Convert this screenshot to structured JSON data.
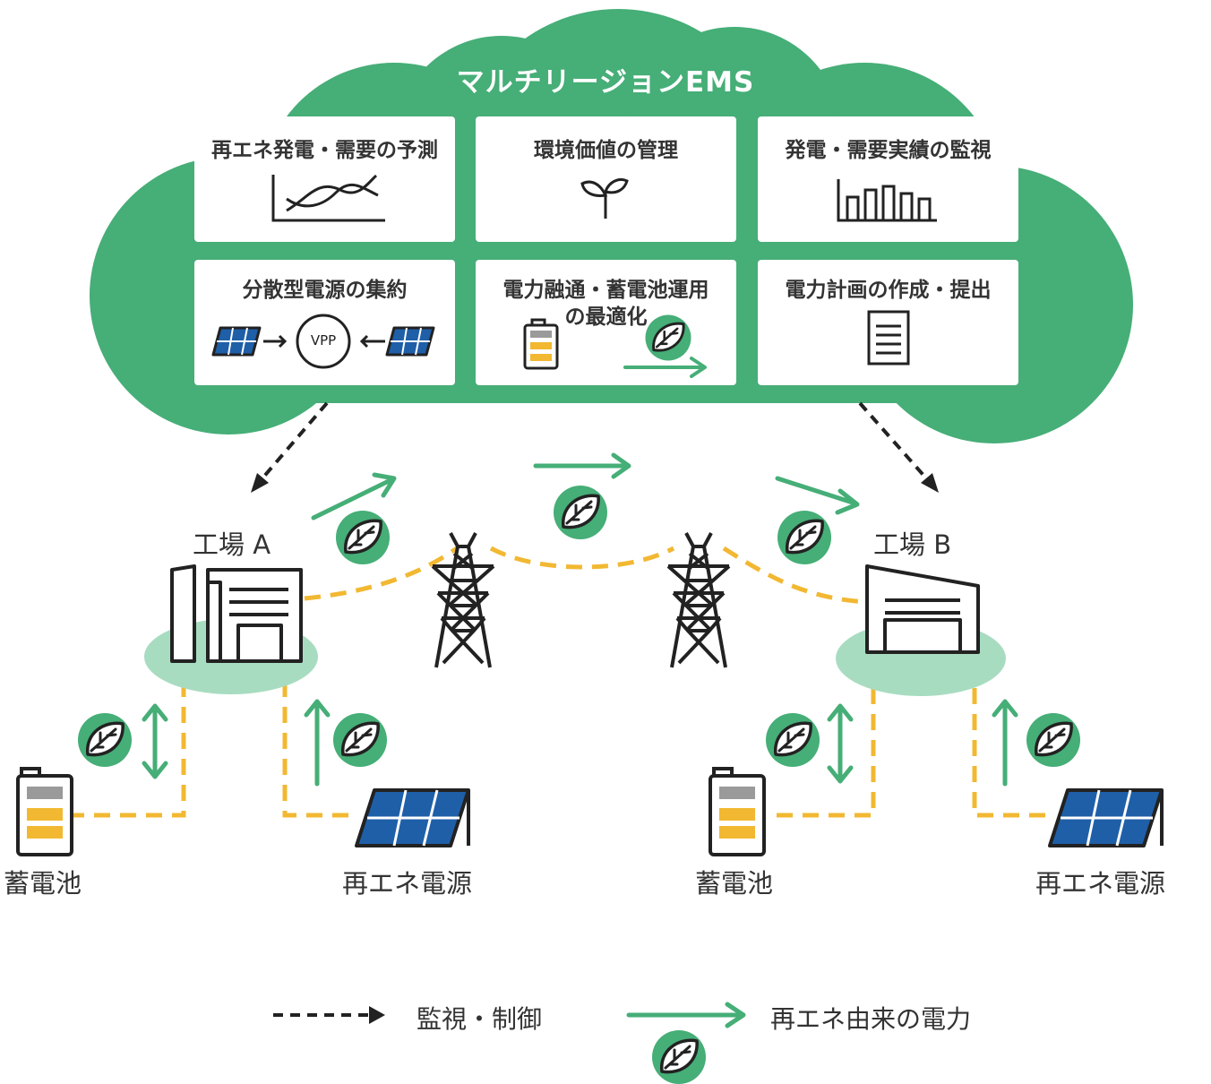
{
  "ems": {
    "title": "マルチリージョンEMS",
    "cards": [
      {
        "title": "再エネ発電・需要の予測",
        "icon": "forecast-chart-icon"
      },
      {
        "title": "環境価値の管理",
        "icon": "sprout-icon"
      },
      {
        "title": "発電・需要実績の監視",
        "icon": "bar-chart-icon"
      },
      {
        "title": "分散型電源の集約",
        "icon": "vpp-icon",
        "badge": "VPP"
      },
      {
        "title_line1": "電力融通・蓄電池運用",
        "title_line2": "の最適化",
        "icon": "battery-leaf-icon"
      },
      {
        "title": "電力計画の作成・提出",
        "icon": "document-icon"
      }
    ]
  },
  "factories": {
    "a": {
      "label": "工場 A",
      "icon": "factory-icon"
    },
    "b": {
      "label": "工場 B",
      "icon": "factory-icon"
    }
  },
  "nodes": {
    "battery_a": "蓄電池",
    "renewable_a": "再エネ電源",
    "battery_b": "蓄電池",
    "renewable_b": "再エネ電源"
  },
  "legend": {
    "control": "監視・制御",
    "renewable_power": "再エネ由来の電力"
  },
  "colors": {
    "green": "#46ae77",
    "light_green": "#a8dcc0",
    "yellow_dash": "#f2b832",
    "solar_blue": "#1f5fa8",
    "dark": "#222222"
  }
}
